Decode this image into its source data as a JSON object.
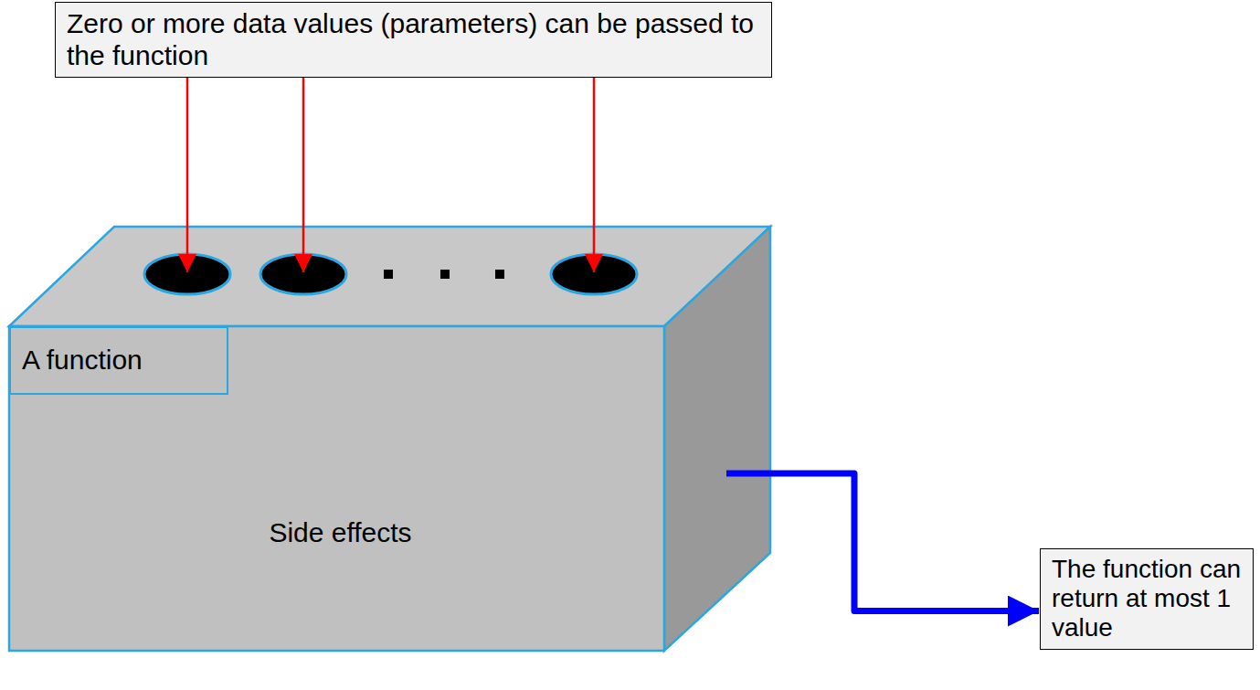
{
  "diagram": {
    "nodes": [
      {
        "text": [
          "Zero or more data values (parameters) can be passed to the function"
        ]
      },
      {
        "text": [
          "A function"
        ]
      },
      {
        "text": [
          "Side effects"
        ],
        "in": 1
      },
      {
        "text": [
          "The function can return at most 1 value"
        ]
      }
    ],
    "edges": [
      {
        "from": 0,
        "to": 1,
        "arrow": "to"
      },
      {
        "from": 0,
        "to": 1,
        "arrow": "to"
      },
      {
        "from": 0,
        "to": 1,
        "arrow": "to"
      },
      {
        "from": 1,
        "to": 3,
        "arrow": "to"
      }
    ]
  }
}
